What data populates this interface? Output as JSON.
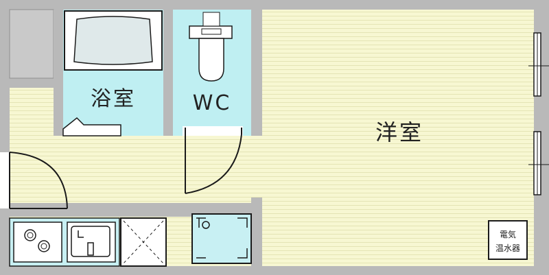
{
  "rooms": {
    "bath_label": "浴室",
    "wc_label": "WC",
    "western_label": "洋室"
  },
  "equipment": {
    "water_heater_line1": "電気",
    "water_heater_line2": "温水器"
  },
  "colors": {
    "wall": "#b9b9b9",
    "wall_outline": "#8f8f8f",
    "floor": "#f7f7d2",
    "floor_stripe": "#e6e6b8",
    "wet_area": "#bfeff2",
    "fixture_fill": "#c8f0f3",
    "line": "#1a1a1a"
  },
  "icons": [
    "bathtub-icon",
    "toilet-icon",
    "stove-icon",
    "sink-icon",
    "fridge-space-icon",
    "washer-pan-icon",
    "door-swing-icon",
    "window-icon"
  ]
}
